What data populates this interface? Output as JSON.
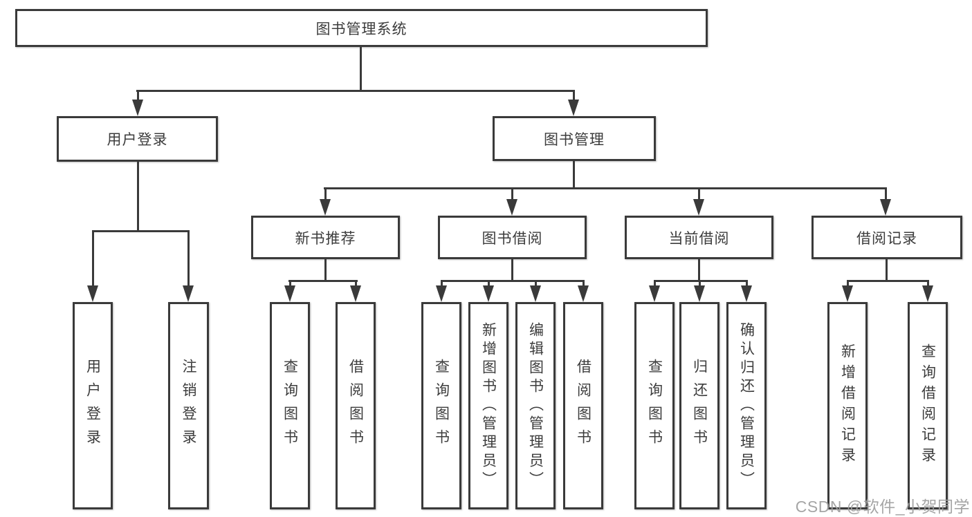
{
  "diagram": {
    "root": "图书管理系统",
    "level2": [
      "用户登录",
      "图书管理"
    ],
    "level3": [
      "新书推荐",
      "图书借阅",
      "当前借阅",
      "借阅记录"
    ],
    "leaves": {
      "user_login": [
        "用户登录",
        "注销登录"
      ],
      "new_book": [
        "查询图书",
        "借阅图书"
      ],
      "borrow": [
        "查询图书",
        "新增图书（管理员）",
        "编辑图书（管理员）",
        "借阅图书"
      ],
      "current": [
        "查询图书",
        "归还图书",
        "确认归还（管理员）"
      ],
      "records": [
        "新增借阅记录",
        "查询借阅记录"
      ]
    }
  },
  "watermark": {
    "text": "CSDN @软件_小贺同学"
  },
  "colors": {
    "line": "#3a3a3a",
    "text": "#3c3c3c",
    "box_bg": "#ffffff",
    "watermark": "#9e9e9e"
  }
}
